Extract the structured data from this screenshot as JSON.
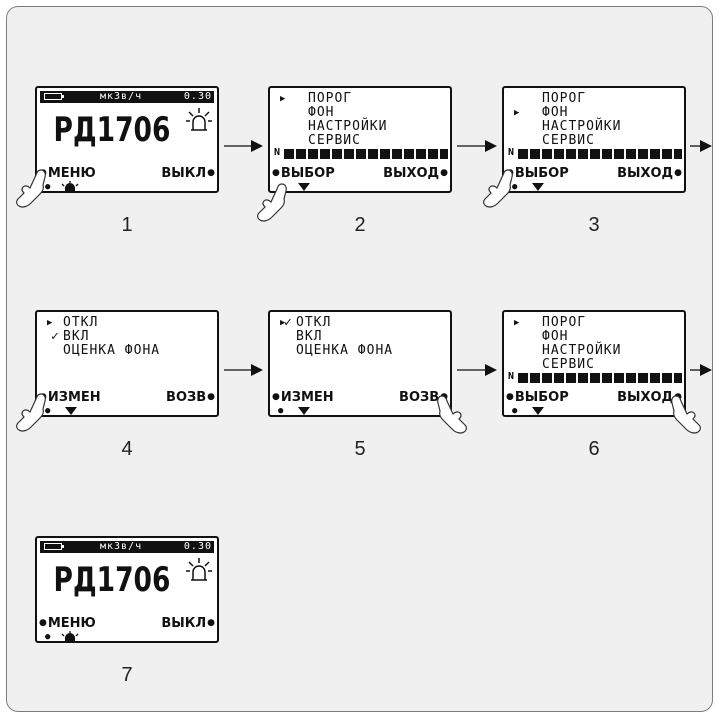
{
  "steps": [
    {
      "number": "1",
      "type": "main",
      "unit": "мкЗв/ч",
      "reading": "0.30",
      "model": "РД1706",
      "left_key": "МЕНЮ",
      "right_key": "ВЫКЛ",
      "left_sub": "light-icon",
      "press": "left"
    },
    {
      "number": "2",
      "type": "menu",
      "items": [
        "ПОРОГ",
        "ФОН",
        "НАСТРОЙКИ",
        "СЕРВИС"
      ],
      "pointer_index": 0,
      "bar_label": "N",
      "left_key": "ВЫБОР",
      "right_key": "ВЫХОД",
      "press": "sub"
    },
    {
      "number": "3",
      "type": "menu",
      "items": [
        "ПОРОГ",
        "ФОН",
        "НАСТРОЙКИ",
        "СЕРВИС"
      ],
      "pointer_index": 1,
      "bar_label": "N",
      "left_key": "ВЫБОР",
      "right_key": "ВЫХОД",
      "press": "left"
    },
    {
      "number": "4",
      "type": "options",
      "items": [
        "ОТКЛ",
        "ВКЛ",
        "ОЦЕНКА ФОНА"
      ],
      "pointer_index": 0,
      "checked_index": 1,
      "left_key": "ИЗМЕН",
      "right_key": "ВОЗВ",
      "press": "left"
    },
    {
      "number": "5",
      "type": "options",
      "items": [
        "ОТКЛ",
        "ВКЛ",
        "ОЦЕНКА ФОНА"
      ],
      "pointer_index": 0,
      "checked_index": 0,
      "left_key": "ИЗМЕН",
      "right_key": "ВОЗВ",
      "press": "right"
    },
    {
      "number": "6",
      "type": "menu",
      "items": [
        "ПОРОГ",
        "ФОН",
        "НАСТРОЙКИ",
        "СЕРВИС"
      ],
      "pointer_index": 0,
      "bar_label": "N",
      "left_key": "ВЫБОР",
      "right_key": "ВЫХОД",
      "press": "right"
    },
    {
      "number": "7",
      "type": "main",
      "unit": "мкЗв/ч",
      "reading": "0.30",
      "model": "РД1706",
      "left_key": "МЕНЮ",
      "right_key": "ВЫКЛ",
      "left_sub": "light-icon",
      "press": "none"
    }
  ],
  "colors": {
    "frame_bg": "#f0f0f0",
    "frame_border": "#7d7d7d",
    "ink": "#111111"
  },
  "icons": {
    "pointer": "▶",
    "check": "✓",
    "press": "hand-pointer-icon",
    "alarm": "alarm-light-icon"
  }
}
